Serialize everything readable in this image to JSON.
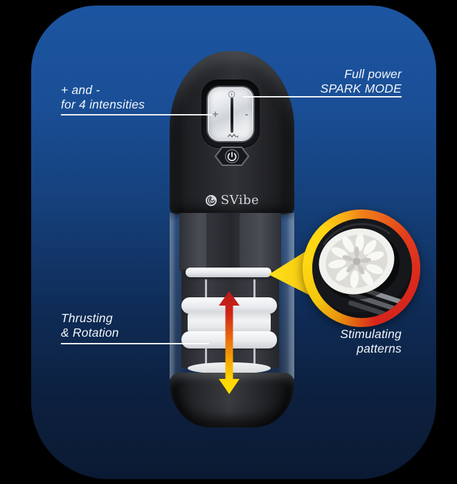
{
  "brand": {
    "name": "SVibe"
  },
  "annotations": {
    "intensity": {
      "line1": "+ and -",
      "line2": "for 4 intensities"
    },
    "spark": {
      "line1": "Full power",
      "line2": "SPARK MODE"
    },
    "thrust": {
      "line1": "Thrusting",
      "line2": "& Rotation"
    },
    "patterns": {
      "line1": "Stimulating",
      "line2": "patterns"
    }
  },
  "device": {
    "plus_symbol": "+",
    "minus_symbol": "-",
    "icons": [
      "spark-icon",
      "vibration-wave-icon",
      "power-icon",
      "brand-swirl-icon",
      "thrust-arrow-icon"
    ]
  },
  "colors": {
    "background": "#000000",
    "panel_blue_top": "#1c55a0",
    "panel_blue_bottom": "#0b1a33",
    "callout_yellow": "#ffd713",
    "callout_orange": "#f0811a",
    "callout_red": "#da281c",
    "arrow_red": "#c41e1e",
    "arrow_yellow": "#ffdf00",
    "text": "#f2f6fa"
  }
}
